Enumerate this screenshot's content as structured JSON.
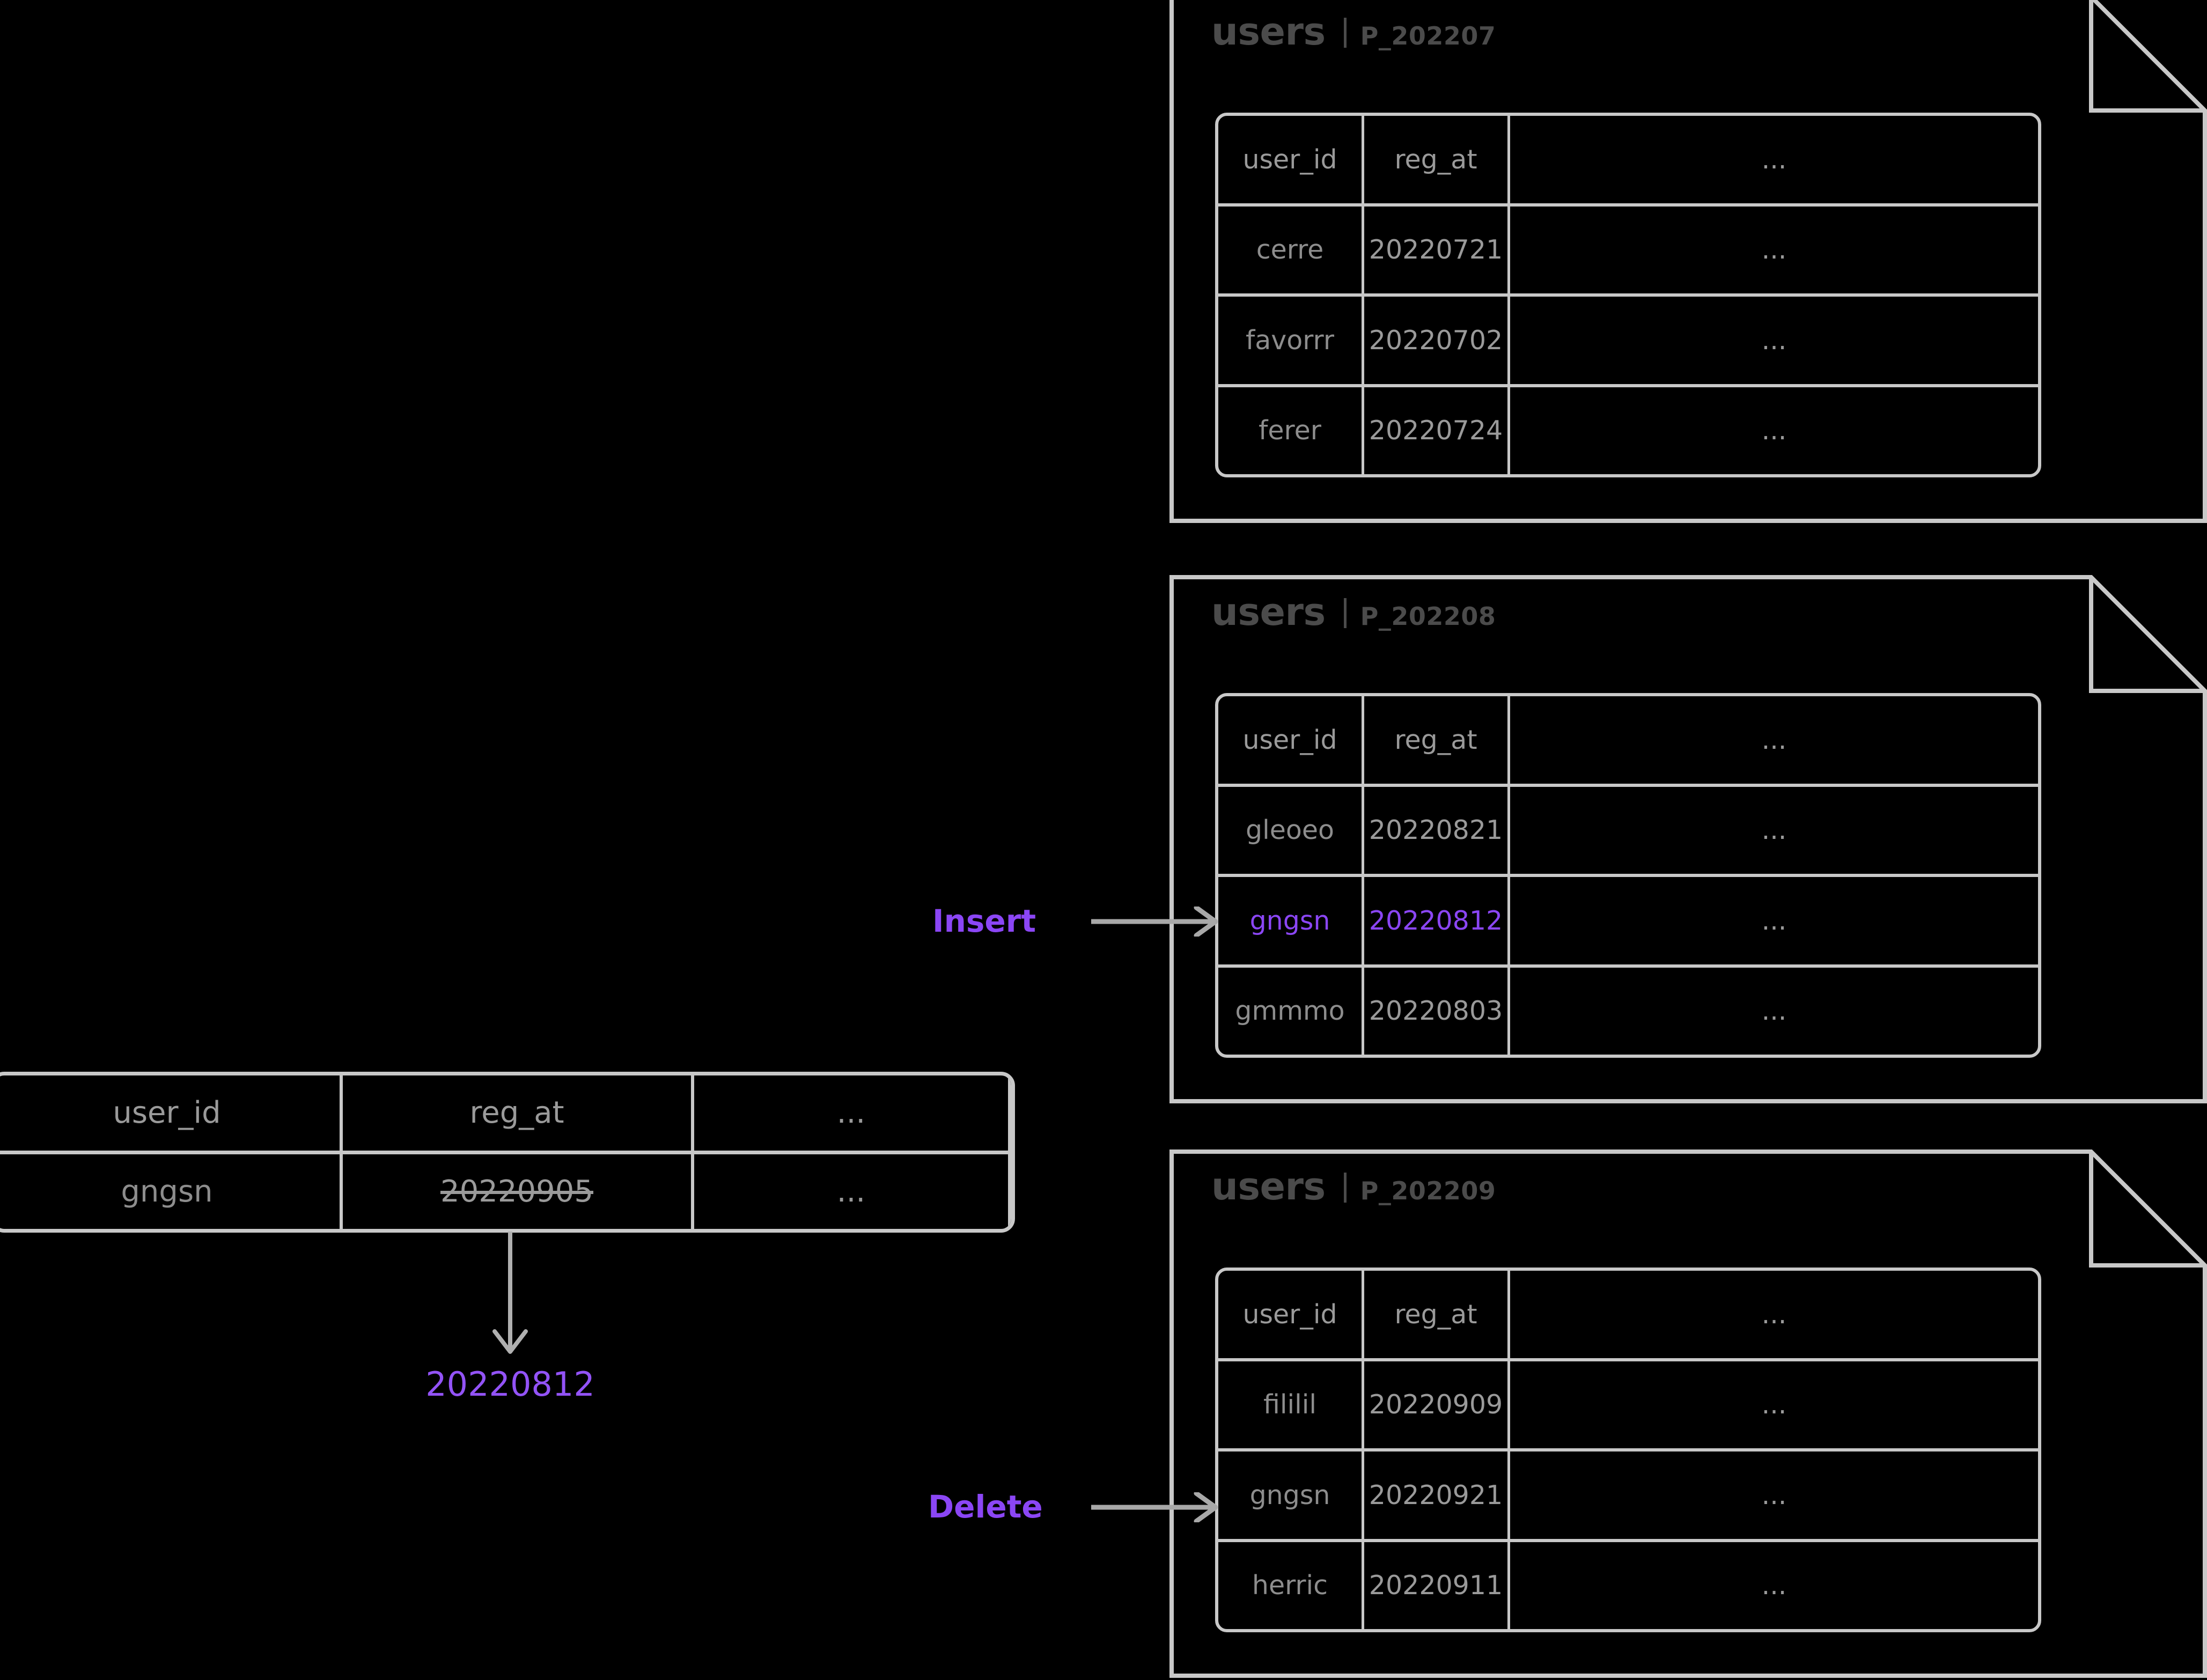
{
  "theme": {
    "background": "#000000",
    "line": "#c8c8c8",
    "title_text": "#4b4b4b",
    "body_text": "#8d8d8d",
    "accent_purple": "#8b46f5"
  },
  "partitions": [
    {
      "table_name": "users",
      "separator": "|",
      "partition_label": "P_202207",
      "columns": [
        "user_id",
        "reg_at",
        "..."
      ],
      "rows": [
        {
          "user_id": "cerre",
          "reg_at": "20220721",
          "more": "...",
          "highlight": false
        },
        {
          "user_id": "favorrr",
          "reg_at": "20220702",
          "more": "...",
          "highlight": false
        },
        {
          "user_id": "ferer",
          "reg_at": "20220724",
          "more": "...",
          "highlight": false
        }
      ]
    },
    {
      "table_name": "users",
      "separator": "|",
      "partition_label": "P_202208",
      "columns": [
        "user_id",
        "reg_at",
        "..."
      ],
      "rows": [
        {
          "user_id": "gleoeo",
          "reg_at": "20220821",
          "more": "...",
          "highlight": false
        },
        {
          "user_id": "gngsn",
          "reg_at": "20220812",
          "more": "...",
          "highlight": true
        },
        {
          "user_id": "gmmmo",
          "reg_at": "20220803",
          "more": "...",
          "highlight": false
        }
      ]
    },
    {
      "table_name": "users",
      "separator": "|",
      "partition_label": "P_202209",
      "columns": [
        "user_id",
        "reg_at",
        "..."
      ],
      "rows": [
        {
          "user_id": "fililil",
          "reg_at": "20220909",
          "more": "...",
          "highlight": false
        },
        {
          "user_id": "gngsn",
          "reg_at": "20220921",
          "more": "...",
          "highlight": false
        },
        {
          "user_id": "herric",
          "reg_at": "20220911",
          "more": "...",
          "highlight": false
        }
      ]
    }
  ],
  "source_table": {
    "columns": [
      "user_id",
      "reg_at",
      "..."
    ],
    "rows": [
      {
        "user_id": "gngsn",
        "reg_at": "20220905",
        "more": "...",
        "struck": true
      }
    ],
    "updated_value": "20220812"
  },
  "operations": {
    "insert_label": "Insert",
    "delete_label": "Delete"
  }
}
